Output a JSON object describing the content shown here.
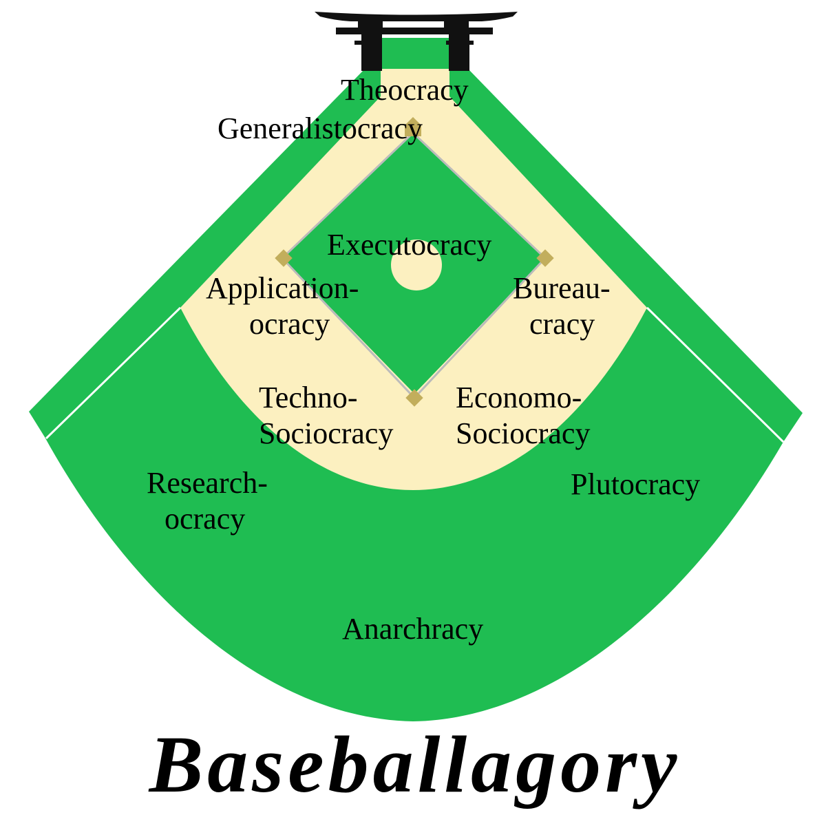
{
  "title": "Baseballagory",
  "colors": {
    "grass": "#1fbd52",
    "dirt": "#fcf0c0",
    "base": "#c2ae5c",
    "line": "#ffffff",
    "gate": "#111111"
  },
  "labels": {
    "home": "Theocracy",
    "home_area": "Generalistocracy",
    "pitcher": "Executocracy",
    "third_line1": "Application-",
    "third_line2": "ocracy",
    "first_line1": "Bureau-",
    "first_line2": "cracy",
    "short_line1": "Techno-",
    "short_line2": "Sociocracy",
    "second_line1": "Economo-",
    "second_line2": "Sociocracy",
    "left_line1": "Research-",
    "left_line2": "ocracy",
    "right": "Plutocracy",
    "center": "Anarchracy"
  },
  "icons": {
    "gate": "torii-gate-icon"
  }
}
